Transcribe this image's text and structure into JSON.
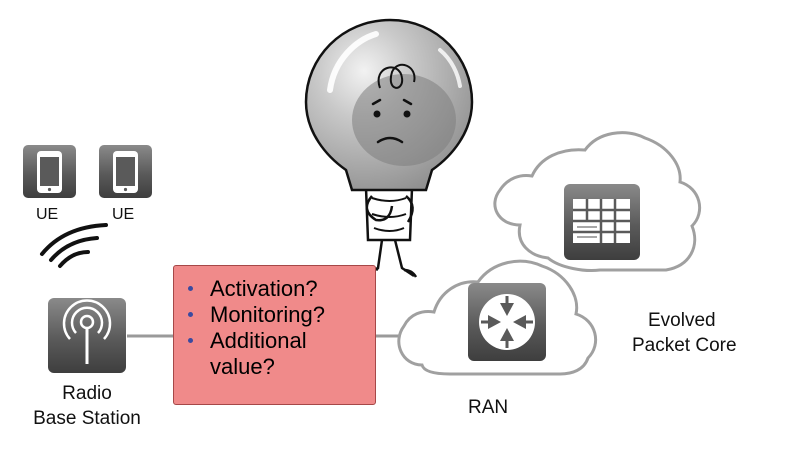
{
  "devices": {
    "ue_left": {
      "label": "UE",
      "icon": "smartphone-icon"
    },
    "ue_right": {
      "label": "UE",
      "icon": "smartphone-icon"
    },
    "wireless": {
      "icon": "wireless-signal-icon"
    },
    "base_station": {
      "line1": "Radio",
      "line2": "Base Station",
      "icon": "radio-tower-icon"
    }
  },
  "question_box": {
    "items": [
      "Activation?",
      "Monitoring?",
      "Additional value?"
    ],
    "item3_line1": "Additional",
    "item3_line2": "value?",
    "fill": "#f08a8a",
    "bullet_color": "#3a4aa0"
  },
  "ran": {
    "label": "RAN",
    "icon": "router-arrows-icon"
  },
  "epc": {
    "line1": "Evolved",
    "line2": "Packet Core",
    "icon": "grid-table-icon"
  },
  "character": {
    "icon": "confused-lightbulb-icon"
  },
  "colors": {
    "icon_tile": "#5b5b5b",
    "cloud_stroke": "#9a9a9a",
    "link": "#9a9a9a"
  }
}
